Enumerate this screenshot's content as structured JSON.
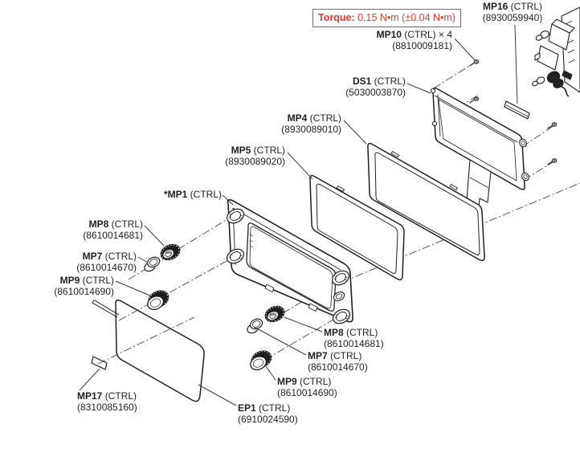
{
  "torque_note": {
    "label": "Torque:",
    "value": "0.15 N•m (±0.04 N•m)"
  },
  "colors": {
    "annotation_red": "#e8392b",
    "line_dark": "#231f20"
  },
  "parts": {
    "mp16": {
      "id": "MP16",
      "type_label": " (CTRL)",
      "code": "(8930059940)"
    },
    "mp10": {
      "id": "MP10",
      "type_label": " (CTRL) × 4",
      "code": "(8810009181)"
    },
    "ds1": {
      "id": "DS1",
      "type_label": " (CTRL)",
      "code": "(5030003870)"
    },
    "mp4": {
      "id": "MP4",
      "type_label": " (CTRL)",
      "code": "(8930089010)"
    },
    "mp5": {
      "id": "MP5",
      "type_label": " (CTRL)",
      "code": "(8930089020)"
    },
    "mp1": {
      "id": "*MP1",
      "type_label": " (CTRL)",
      "code": ""
    },
    "mp8_left": {
      "id": "MP8",
      "type_label": " (CTRL)",
      "code": "(8610014681)"
    },
    "mp7_left": {
      "id": "MP7",
      "type_label": " (CTRL)",
      "code": "(8610014670)"
    },
    "mp9_left": {
      "id": "MP9",
      "type_label": " (CTRL)",
      "code": "(8610014690)"
    },
    "mp8_right": {
      "id": "MP8",
      "type_label": " (CTRL)",
      "code": "(8610014681)"
    },
    "mp7_right": {
      "id": "MP7",
      "type_label": " (CTRL)",
      "code": "(8610014670)"
    },
    "mp9_right": {
      "id": "MP9",
      "type_label": " (CTRL)",
      "code": "(8610014690)"
    },
    "mp17": {
      "id": "MP17",
      "type_label": " (CTRL)",
      "code": "(8310085160)"
    },
    "ep1": {
      "id": "EP1",
      "type_label": " (CTRL)",
      "code": "(6910024590)"
    }
  }
}
